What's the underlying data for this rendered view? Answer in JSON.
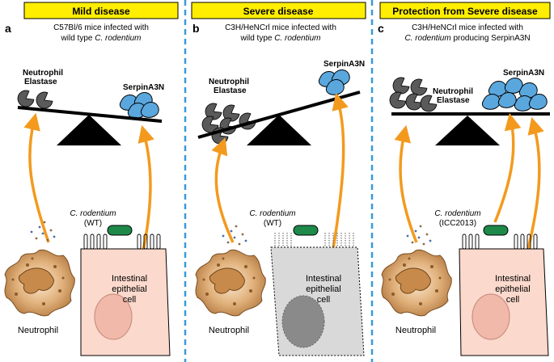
{
  "panels": [
    {
      "letter": "a",
      "title": "Mild disease",
      "desc1": "C57Bl/6 mice infected with",
      "desc2_plain": "wild type ",
      "desc2_italic": "C. rodentium",
      "neutrophil_elastase": [
        "Neutrophil",
        "Elastase"
      ],
      "serpin": "SerpinA3N",
      "bacteria_italic": "C. rodentium",
      "bacteria_strain": "(WT)",
      "cell_label": [
        "Intestinal",
        "epithelial",
        "cell"
      ],
      "neutrophil": "Neutrophil"
    },
    {
      "letter": "b",
      "title": "Severe disease",
      "desc1": "C3H/HeNCrl mice infected with",
      "desc2_plain": "wild type ",
      "desc2_italic": "C. rodentium",
      "neutrophil_elastase": [
        "Neutrophil",
        "Elastase"
      ],
      "serpin": "SerpinA3N",
      "bacteria_italic": "C. rodentium",
      "bacteria_strain": "(WT)",
      "cell_label": [
        "Intestinal",
        "epithelial",
        "cell"
      ],
      "neutrophil": "Neutrophil"
    },
    {
      "letter": "c",
      "title": "Protection from Severe disease",
      "desc1": "C3H/HeNCrl mice infected with",
      "desc2_italic": "C. rodentium",
      "desc2_plain": " producing SerpinA3N",
      "neutrophil_elastase": [
        "Neutrophil",
        "Elastase"
      ],
      "serpin": "SerpinA3N",
      "bacteria_italic": "C. rodentium",
      "bacteria_strain": "(ICC2013)",
      "cell_label": [
        "Intestinal",
        "epithelial",
        "cell"
      ],
      "neutrophil": "Neutrophil"
    }
  ],
  "colors": {
    "header_fill": "#ffee00",
    "divider": "#3a9ad9",
    "arrow": "#f39a1e",
    "serpin": "#5aa7de",
    "elastase": "#555555",
    "bacteria": "#1d8a4a",
    "cell_healthy": "#fbd9cc",
    "cell_damaged": "#d9d9d9",
    "neutrophil": "#d9a46a"
  }
}
